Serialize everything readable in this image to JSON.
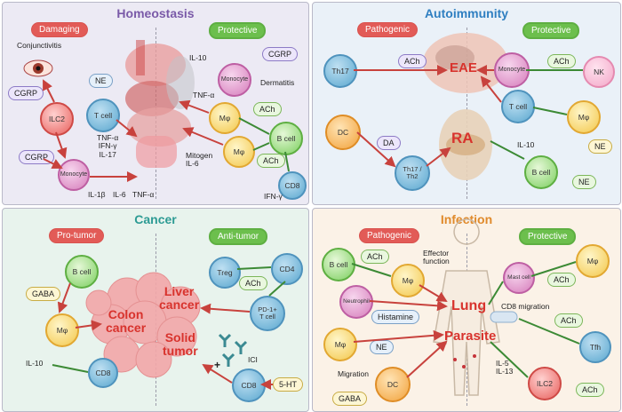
{
  "homeostasis": {
    "title": "Homeostasis",
    "left_tag": "Damaging",
    "right_tag": "Protective",
    "conjunctivitis": "Conjunctivitis",
    "cgrp1": "CGRP",
    "cgrp2": "CGRP",
    "ne": "NE",
    "ilc2": "ILC2",
    "tcell": "T cell",
    "monocyte_left": "Monocyte",
    "cytokines_t": "TNF-α\nIFN-γ\nIL-17",
    "il1b": "IL-1β",
    "il6": "IL-6",
    "tnfa_bottom": "TNF-α",
    "il10": "IL-10",
    "cgrp_right": "CGRP",
    "monocyte_right": "Monocyte",
    "dermatitis": "Dermatitis",
    "tnfa_right": "TNF-α",
    "mphi1": "Mφ",
    "ach1": "ACh",
    "bcell": "B cell",
    "mphi2": "Mφ",
    "mitogen": "Mitogen\nIL-6",
    "ach2": "ACh",
    "cd8": "CD8",
    "ifng": "IFN-γ"
  },
  "autoimmunity": {
    "title": "Autoimmunity",
    "left_tag": "Pathogenic",
    "right_tag": "Protective",
    "th17": "Th17",
    "ach_left": "ACh",
    "eae": "EAE",
    "monocyte": "Monocyte",
    "ach_right": "ACh",
    "nk": "NK",
    "tcell": "T cell",
    "mphi": "Mφ",
    "ne1": "NE",
    "dc": "DC",
    "da": "DA",
    "th17th2": "Th17 /\nTh2",
    "ra": "RA",
    "il10": "IL-10",
    "bcell": "B cell",
    "ne2": "NE"
  },
  "cancer": {
    "title": "Cancer",
    "left_tag": "Pro-tumor",
    "right_tag": "Anti-tumor",
    "bcell": "B cell",
    "gaba": "GABA",
    "mphi": "Mφ",
    "il10": "IL-10",
    "cd8_left": "CD8",
    "colon": "Colon\ncancer",
    "liver": "Liver\ncancer",
    "solid": "Solid\ntumor",
    "treg": "Treg",
    "cd4": "CD4",
    "ach": "ACh",
    "pd1": "PD-1+\nT cell",
    "ici": "ICI",
    "plus": "+",
    "cd8_right": "CD8",
    "ht5": "5-HT"
  },
  "infection": {
    "title": "Infection",
    "left_tag": "Pathogenic",
    "right_tag": "Protective",
    "bcell": "B cell",
    "ach1": "ACh",
    "effector": "Effector\nfunction",
    "mphi1": "Mφ",
    "neutrophil": "Neutrophil",
    "histamine": "Histamine",
    "lung": "Lung",
    "parasite": "Parasite",
    "mphi2": "Mφ",
    "ne": "NE",
    "migration": "Migration",
    "dc": "DC",
    "gaba": "GABA",
    "mphi_right": "Mφ",
    "mast": "Mast cell",
    "ach2": "ACh",
    "cd8mig": "CD8 migration",
    "ach3": "ACh",
    "tfh": "Tfh",
    "il5": "IL-5\nIL-13",
    "ilc2": "ILC2",
    "ach4": "ACh"
  },
  "colors": {
    "damaging": "#e25b57",
    "protective": "#6cbf4d",
    "homeostasis_title": "#7a5aa8",
    "autoimmunity_title": "#2f7fc1",
    "cancer_title": "#2d9b94",
    "infection_title": "#e08a2b",
    "highlight_red": "#d8332d"
  }
}
